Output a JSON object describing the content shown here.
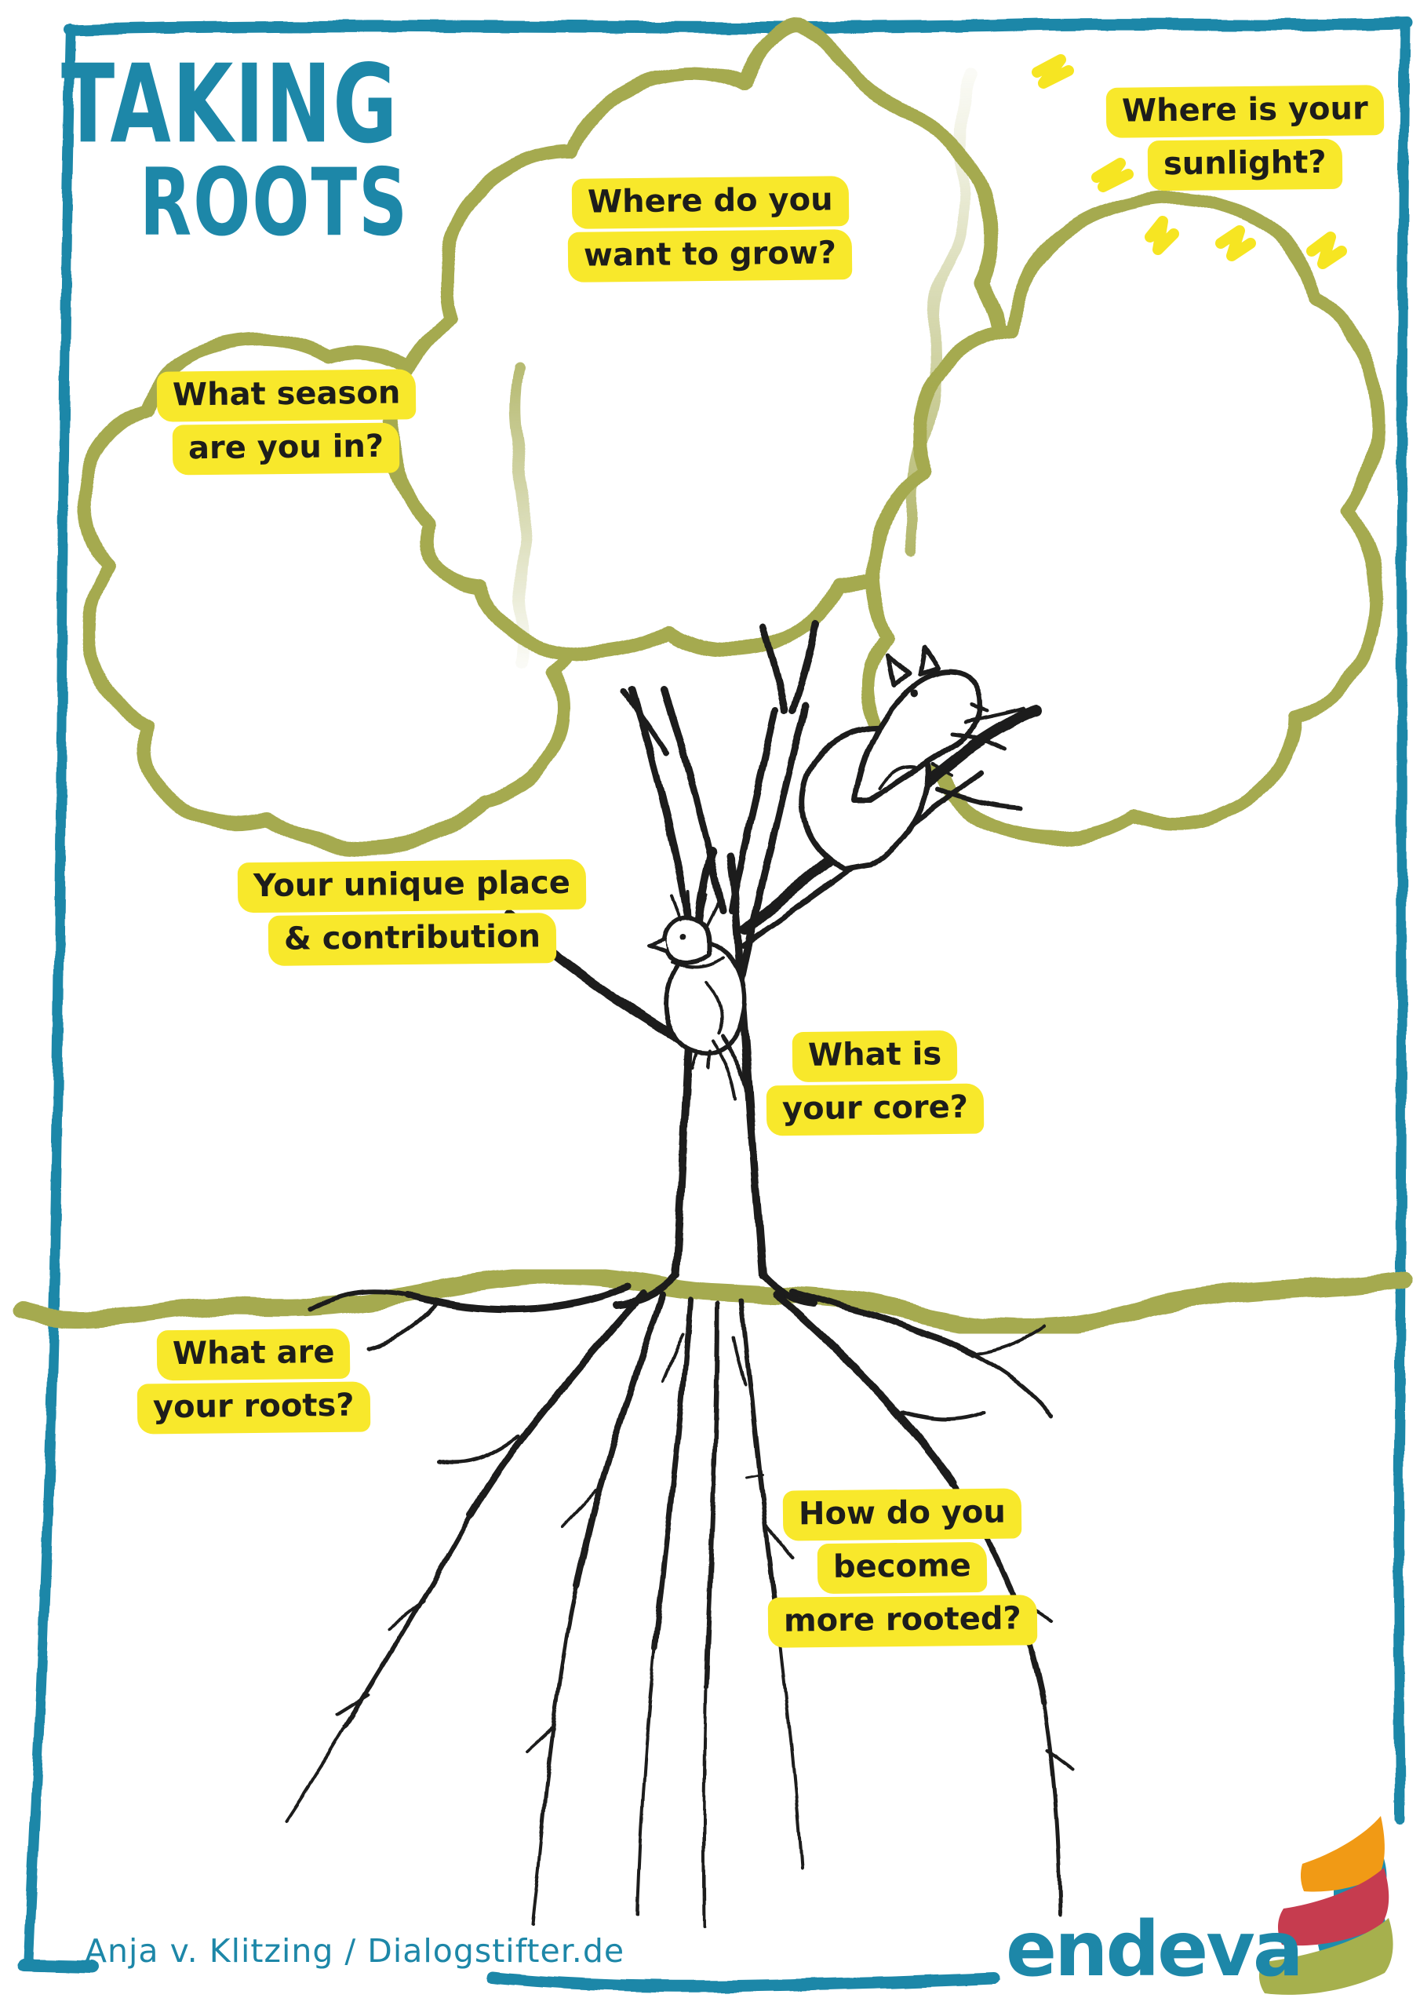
{
  "poster": {
    "title": {
      "line1": "TAKING",
      "line2": "ROOTS"
    },
    "questions": {
      "season": {
        "lines": [
          "What season",
          "are you in?"
        ]
      },
      "grow": {
        "lines": [
          "Where do you",
          "want to grow?"
        ]
      },
      "sunlight": {
        "lines": [
          "Where is your",
          "sunlight?"
        ]
      },
      "unique": {
        "lines": [
          "Your unique place",
          "& contribution"
        ]
      },
      "core": {
        "lines": [
          "What is",
          "your core?"
        ]
      },
      "roots": {
        "lines": [
          "What are",
          "your roots?"
        ]
      },
      "rooted": {
        "lines": [
          "How do you",
          "become",
          "more rooted?"
        ]
      }
    },
    "credit": "Anja v. Klitzing / Dialogstifter.de",
    "logo": {
      "wordmark": "endeva"
    },
    "colors": {
      "teal": "#1d87a8",
      "olive": "#a5aa50",
      "highlight_yellow": "#f8e82b",
      "ink_black": "#1d1d1b",
      "logo_orange": "#f19a15",
      "logo_red": "#c63c4f",
      "logo_teal": "#1d8dad",
      "logo_olive": "#a6b04d"
    },
    "icons": [
      "tree-canopy-outline",
      "tree-trunk-illustration",
      "tree-roots-illustration",
      "squirrel-illustration",
      "bird-illustration",
      "sun-rays-icon",
      "ground-line",
      "frame-border",
      "endeva-spiral-logo"
    ]
  }
}
